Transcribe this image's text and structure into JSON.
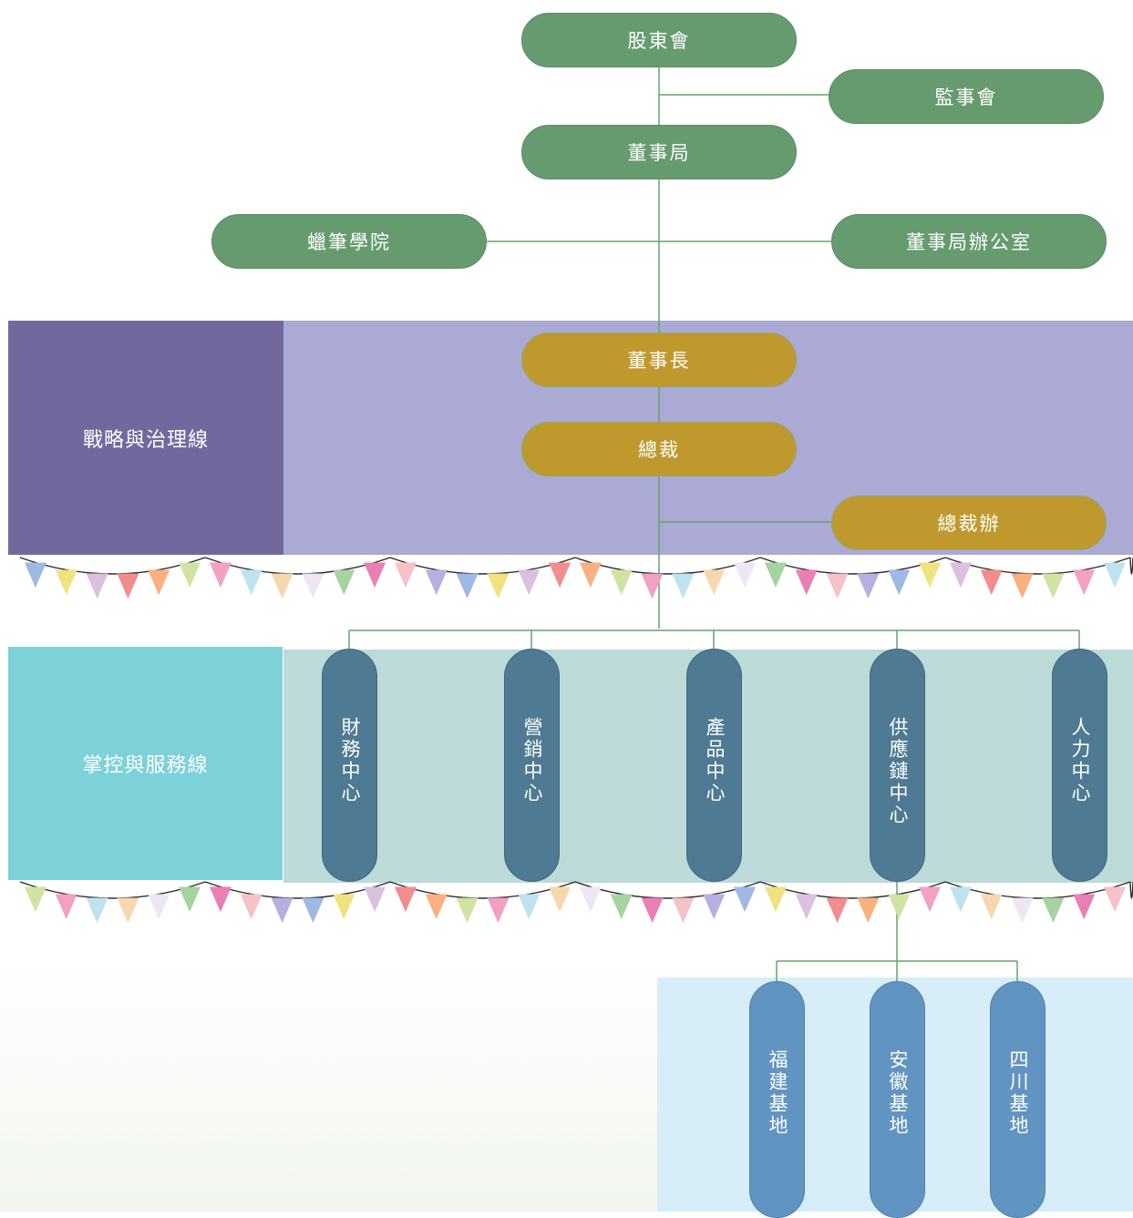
{
  "governance": {
    "shareholders": "股東會",
    "supervisors": "監事會",
    "board": "董事局",
    "academy": "蠟筆學院",
    "board_office": "董事局辦公室"
  },
  "strategy_line": {
    "label": "戰略與治理線",
    "chairman": "董事長",
    "president": "總裁",
    "president_office": "總裁辦"
  },
  "service_line": {
    "label": "掌控與服務線",
    "centers": [
      "財務中心",
      "營銷中心",
      "產品中心",
      "供應鏈中心",
      "人力中心"
    ]
  },
  "bases": [
    "福建基地",
    "安徽基地",
    "四川基地"
  ],
  "colors": {
    "governance_node": "#669b70",
    "executive_node": "#bf992e",
    "center_node": "#4e7a93",
    "base_node": "#6294c1",
    "strategy_band": "#aaaad4",
    "strategy_label": "#71699e",
    "service_band": "#bcdad7",
    "service_label": "#7dd1d9",
    "base_band": "#d7eef8",
    "connector": "#66a36c"
  },
  "bunting_icon": "pennant-flag-garland"
}
